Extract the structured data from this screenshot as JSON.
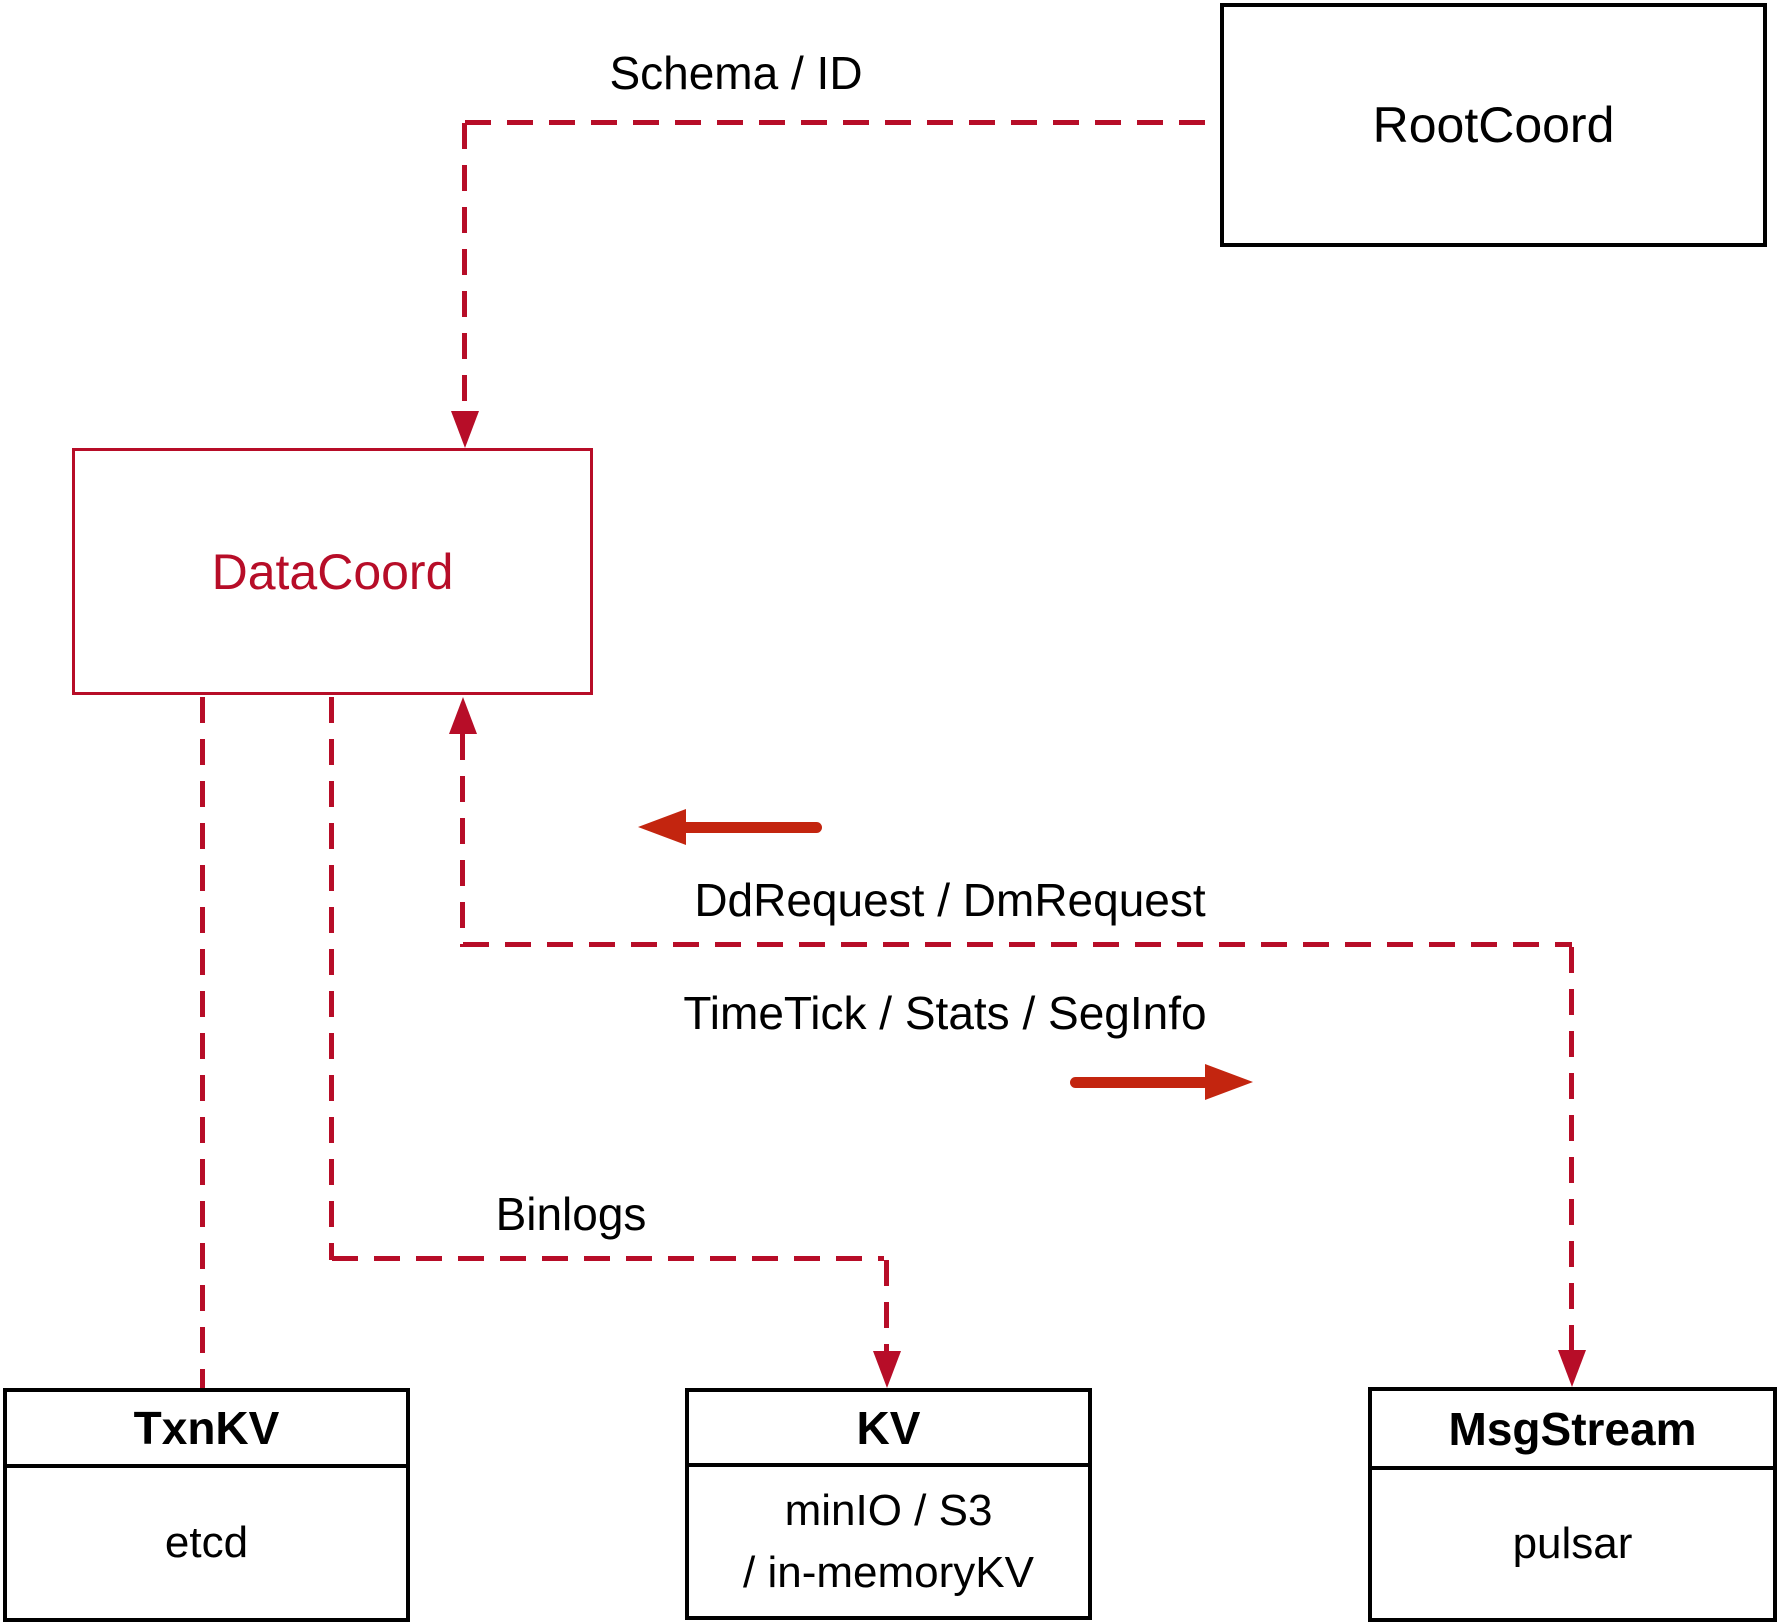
{
  "nodes": {
    "rootcoord": {
      "label": "RootCoord"
    },
    "datacoord": {
      "label": "DataCoord"
    },
    "txnkv": {
      "header": "TxnKV",
      "body": "etcd"
    },
    "kv": {
      "header": "KV",
      "body_line1": "minIO / S3",
      "body_line2": "/ in-memoryKV"
    },
    "msgstream": {
      "header": "MsgStream",
      "body": "pulsar"
    }
  },
  "edges": {
    "schema_id_label": "Schema / ID",
    "ddrequest_label": "DdRequest / DmRequest",
    "timetick_label": "TimeTick / Stats / SegInfo",
    "binlogs_label": "Binlogs"
  },
  "colors": {
    "dashed_line": "#b70d28",
    "solid_arrow": "#c3250f",
    "box_border": "#000000",
    "datacoord_accent": "#b70d28",
    "background": "#ffffff"
  }
}
